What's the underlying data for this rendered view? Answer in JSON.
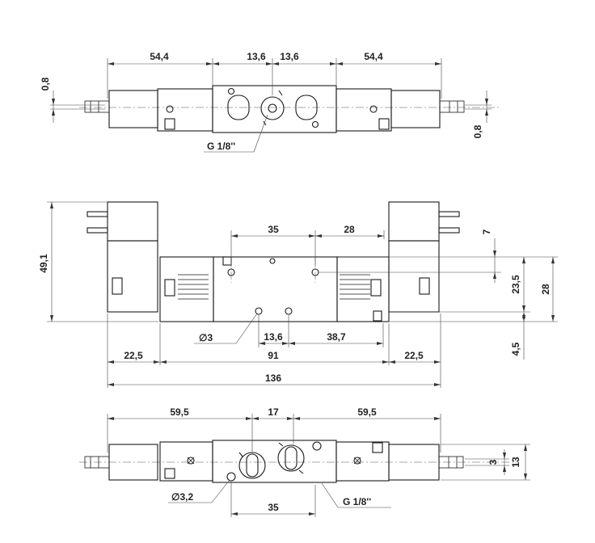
{
  "top_view": {
    "dim_left": "54,4",
    "dim_mid_left": "13,6",
    "dim_mid_right": "13,6",
    "dim_right": "54,4",
    "dim_offset_left": "0,8",
    "dim_offset_right": "0,8",
    "port_label": "G 1/8''"
  },
  "front_view": {
    "dim_height": "49,1",
    "dim_holes_left": "35",
    "dim_holes_right": "28",
    "dim_top_offset": "7",
    "dim_body_height": "23,5",
    "dim_total_right": "28",
    "dim_bottom_offset": "4,5",
    "hole_diameter": "∅3",
    "dim_hole_spacing": "13,6",
    "dim_hole_right": "38,7",
    "dim_left": "22,5",
    "dim_body_width": "91",
    "dim_right": "22,5",
    "dim_total_width": "136"
  },
  "bottom_view": {
    "dim_left": "59,5",
    "dim_mid": "17",
    "dim_right": "59,5",
    "dim_small_a": "3",
    "dim_small_b": "13",
    "hole_diameter": "∅3,2",
    "dim_holes": "35",
    "port_label": "G 1/8''"
  }
}
